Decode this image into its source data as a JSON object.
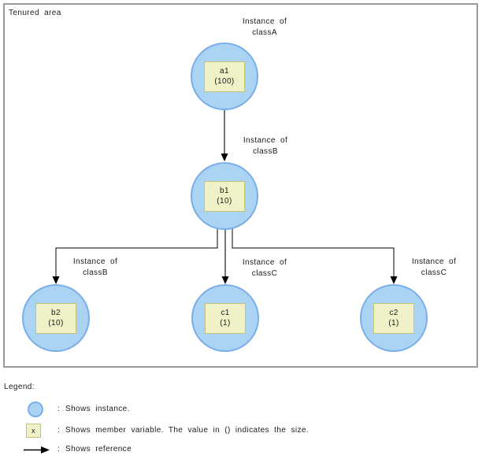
{
  "diagram": {
    "area_label": "Tenured area",
    "nodes": [
      {
        "name": "a1",
        "size": "(100)"
      },
      {
        "name": "b1",
        "size": "(10)"
      },
      {
        "name": "b2",
        "size": "(10)"
      },
      {
        "name": "c1",
        "size": "(1)"
      },
      {
        "name": "c2",
        "size": "(1)"
      }
    ],
    "labels": [
      {
        "line1": "Instance of",
        "line2": "classA"
      },
      {
        "line1": "Instance of",
        "line2": "classB"
      },
      {
        "line1": "Instance of",
        "line2": "classB"
      },
      {
        "line1": "Instance of",
        "line2": "classC"
      },
      {
        "line1": "Instance of",
        "line2": "classC"
      }
    ]
  },
  "legend": {
    "title": "Legend:",
    "items": [
      {
        "marker": "instance-circle",
        "colon": ":",
        "text": "Shows instance."
      },
      {
        "marker": "member-variable-box",
        "marker_text": "x",
        "colon": ":",
        "text": "Shows member variable. The value in () indicates the size."
      },
      {
        "marker": "reference-arrow",
        "colon": ":",
        "text": "Shows reference"
      }
    ]
  },
  "colors": {
    "instance_fill": "#abd3f3",
    "instance_border": "#79afe9",
    "member_fill": "#f1f1c8",
    "member_border": "#c3c378",
    "area_border": "#9a9a9a",
    "arrow": "#000000"
  }
}
